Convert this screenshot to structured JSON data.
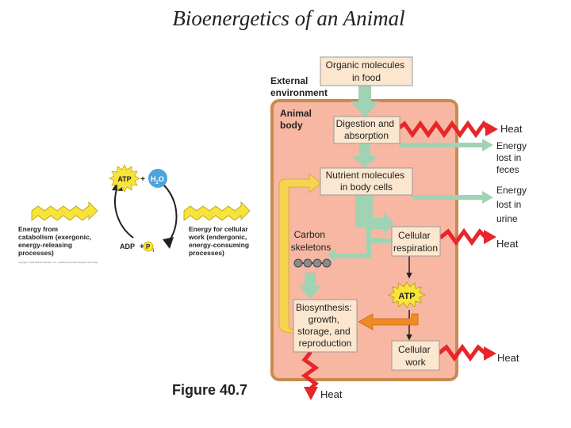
{
  "title": "Bioenergetics of an Animal",
  "figure_label": "Figure 40.7",
  "copyright": "Copyright © 2008 Pearson Education, Inc., publishing as Pearson Benjamin Cummings.",
  "colors": {
    "body_fill": "#f7b7a3",
    "body_border": "#c98a4f",
    "box_fill": "#fbe6cf",
    "box_border": "#9a9a9a",
    "green_arrow": "#9fd3b3",
    "heat_red": "#e8262a",
    "yellow": "#f7e43b",
    "orange": "#f08a24",
    "text": "#222222"
  },
  "atp_cycle": {
    "atp": "ATP",
    "plus1": "+",
    "h2o": "H",
    "h2o_sub": "2",
    "h2o_end": "O",
    "adp": "ADP",
    "plus2": "+",
    "pi": "P",
    "pi_sub": "i",
    "catabolism_lines": [
      "Energy from",
      "catabolism (exergonic,",
      "energy-releasing",
      "processes)"
    ],
    "work_lines": [
      "Energy for cellular",
      "work (endergonic,",
      "energy-consuming",
      "processes)"
    ]
  },
  "flow": {
    "external_environment": [
      "External",
      "environment"
    ],
    "animal_body": [
      "Animal",
      "body"
    ],
    "organic_molecules": [
      "Organic molecules",
      "in food"
    ],
    "digestion": [
      "Digestion and",
      "absorption"
    ],
    "nutrient_molecules": [
      "Nutrient molecules",
      "in body cells"
    ],
    "carbon_skeletons": [
      "Carbon",
      "skeletons"
    ],
    "cellular_respiration": [
      "Cellular",
      "respiration"
    ],
    "atp": "ATP",
    "biosynthesis": [
      "Biosynthesis:",
      "growth,",
      "storage, and",
      "reproduction"
    ],
    "cellular_work": [
      "Cellular",
      "work"
    ],
    "heat_1": "Heat",
    "energy_feces": [
      "Energy",
      "lost in",
      "feces"
    ],
    "energy_urine": [
      "Energy",
      "lost in",
      "urine"
    ],
    "heat_2": "Heat",
    "heat_3": "Heat",
    "heat_4": "Heat"
  }
}
